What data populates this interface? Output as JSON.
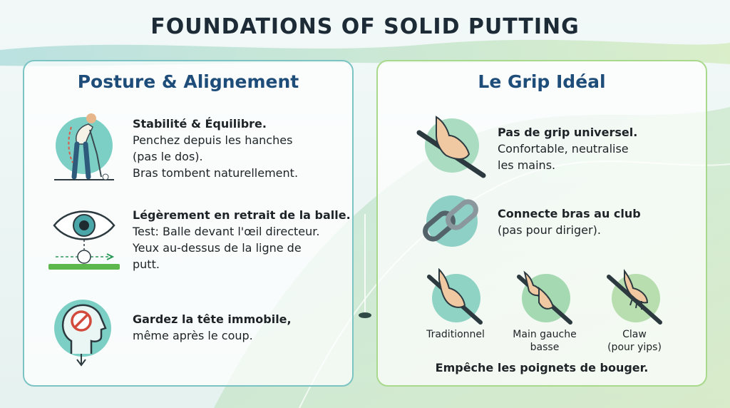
{
  "title": "FOUNDATIONS OF SOLID PUTTING",
  "left": {
    "heading": "Posture & Alignement",
    "items": [
      {
        "bold": "Stabilité & Équilibre.",
        "lines": [
          "Penchez depuis les hanches",
          "(pas le dos).",
          "Bras tombent naturellement."
        ]
      },
      {
        "bold": "Légèrement en retrait de la balle.",
        "lines": [
          "Test: Balle devant l'œil directeur.",
          "Yeux au-dessus de la ligne de",
          "putt."
        ]
      },
      {
        "bold": "Gardez la tête immobile,",
        "lines": [
          "même après le coup."
        ]
      }
    ]
  },
  "right": {
    "heading": "Le Grip Idéal",
    "items": [
      {
        "bold": "Pas de grip universel.",
        "lines": [
          "Confortable, neutralise",
          "les mains."
        ]
      },
      {
        "bold": "Connecte bras au club",
        "lines": [
          "(pas pour diriger)."
        ]
      }
    ],
    "grips": [
      {
        "label_lines": [
          "Traditionnel"
        ]
      },
      {
        "label_lines": [
          "Main gauche",
          "basse"
        ]
      },
      {
        "label_lines": [
          "Claw",
          "(pour yips)"
        ]
      }
    ],
    "footer": "Empêche les poignets de bouger."
  },
  "colors": {
    "title": "#1c2b36",
    "heading": "#1f4d7a",
    "left_border": "#7cc4c4",
    "right_border": "#a9d98c",
    "icon_teal": "#6cc6bf",
    "icon_green": "#a6d98a"
  }
}
